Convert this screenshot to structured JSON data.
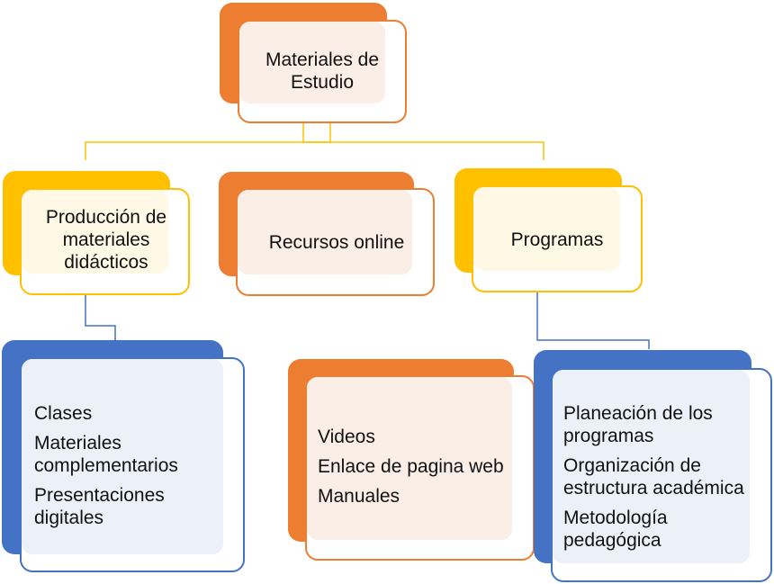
{
  "root": {
    "label": "Materiales de Estudio"
  },
  "branches": [
    {
      "label": "Producción de materiales didácticos",
      "items": [
        "Clases",
        "Materiales complementarios",
        "Presentaciones digitales"
      ]
    },
    {
      "label": "Recursos online",
      "items": [
        "Videos",
        "Enlace de pagina web",
        "Manuales"
      ]
    },
    {
      "label": "Programas",
      "items": [
        "Planeación de los programas",
        "Organización de estructura académica",
        "Metodología pedagógica"
      ]
    }
  ],
  "colors": {
    "orange": "#ED7D31",
    "yellow": "#FFC000",
    "blue": "#4472C4"
  }
}
